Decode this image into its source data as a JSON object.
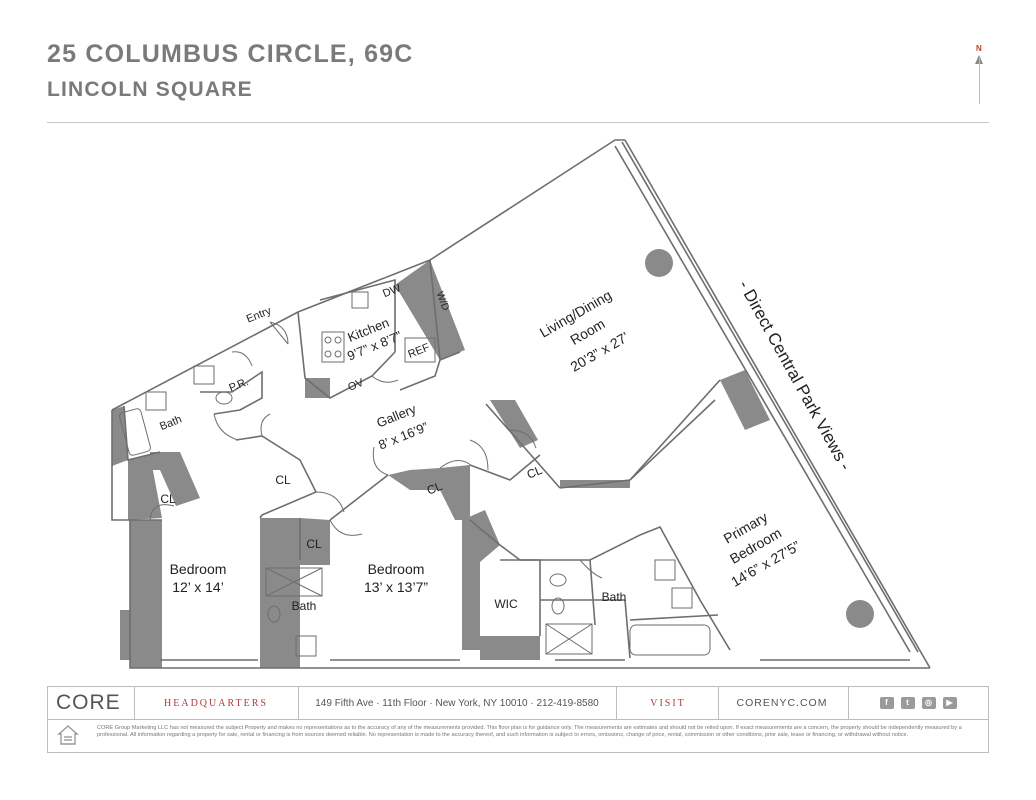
{
  "header": {
    "title": "25 COLUMBUS CIRCLE, 69C",
    "subtitle": "LINCOLN SQUARE",
    "north_label": "N"
  },
  "plan": {
    "view_label": "- Direct Central Park Views -",
    "rooms": {
      "entry": "Entry",
      "kitchen_name": "Kitchen",
      "kitchen_dim": "9’7” x 8’7”",
      "dw": "DW",
      "wd": "W/D",
      "ref": "REF",
      "ov": "OV",
      "pr": "P.R.",
      "bath1": "Bath",
      "bath2": "Bath",
      "bath3": "Bath",
      "gallery_name": "Gallery",
      "gallery_dim": "8’ x 16’9”",
      "living_name1": "Living/Dining",
      "living_name2": "Room",
      "living_dim": "20’3” x 27’",
      "cl1": "CL",
      "cl2": "CL",
      "cl3": "CL",
      "cl4": "CL",
      "cl5": "CL",
      "bed1_name": "Bedroom",
      "bed1_dim": "12’ x 14’",
      "bed2_name": "Bedroom",
      "bed2_dim": "13’ x 13’7”",
      "wic": "WIC",
      "primary_name1": "Primary",
      "primary_name2": "Bedroom",
      "primary_dim": "14’6” x 27’5”"
    }
  },
  "footer": {
    "logo": "CORE",
    "hq_label": "HEADQUARTERS",
    "address": "149 Fifth Ave · 11th Floor · New York, NY 10010 · 212-419-8580",
    "visit_label": "VISIT",
    "website": "CORENYC.COM",
    "social_icons": [
      "facebook-icon",
      "twitter-icon",
      "instagram-icon",
      "youtube-icon"
    ],
    "disclaimer": "CORE Group Marketing LLC has not measured the subject Property and makes no representations as to the accuracy of any of the measurements provided. This floor plan is for guidance only. The measurements are estimates and should not be relied upon. If exact measurements are a concern, the property should be independently measured by a professional. All information regarding a property for sale, rental or financing is from sources deemed reliable. No representation is made to the accuracy thereof, and such information is subject to errors, omissions, change of price, rental, commission or other conditions, prior sale, lease or financing, or withdrawal without notice."
  },
  "colors": {
    "wall": "#707070",
    "wall_fill": "#8a8a8a",
    "accent_red": "#b23b3b",
    "text": "#222222"
  }
}
